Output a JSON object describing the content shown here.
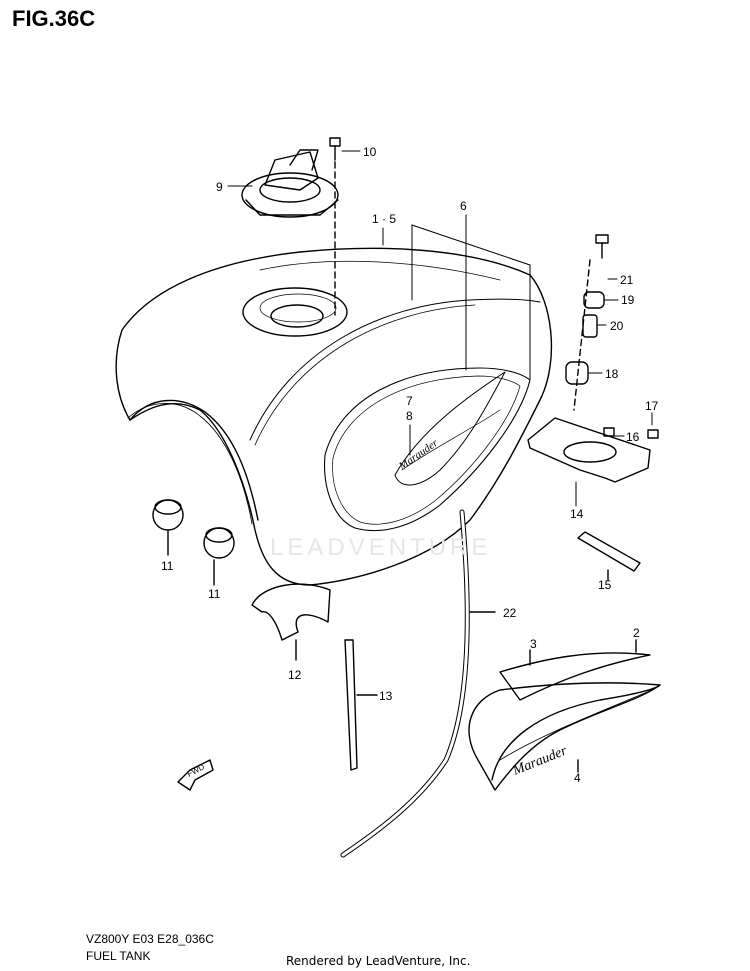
{
  "figure": {
    "title": "FIG.36C",
    "model_code": "VZ800Y E03 E28_036C",
    "part_name": "FUEL TANK",
    "credit": "Rendered by LeadVenture, Inc.",
    "watermark": "LEADVENTURE"
  },
  "callouts": {
    "c10": "10",
    "c9": "9",
    "c1_5": "1 · 5",
    "c6": "6",
    "c21": "21",
    "c19": "19",
    "c20": "20",
    "c18": "18",
    "c7": "7",
    "c8": "8",
    "c17": "17",
    "c16": "16",
    "c14": "14",
    "c11a": "11",
    "c11b": "11",
    "c15": "15",
    "c22": "22",
    "c12": "12",
    "c3": "3",
    "c2": "2",
    "c13": "13",
    "c4": "4"
  },
  "fwd_label": "FWD",
  "emblem_text": "Marauder"
}
